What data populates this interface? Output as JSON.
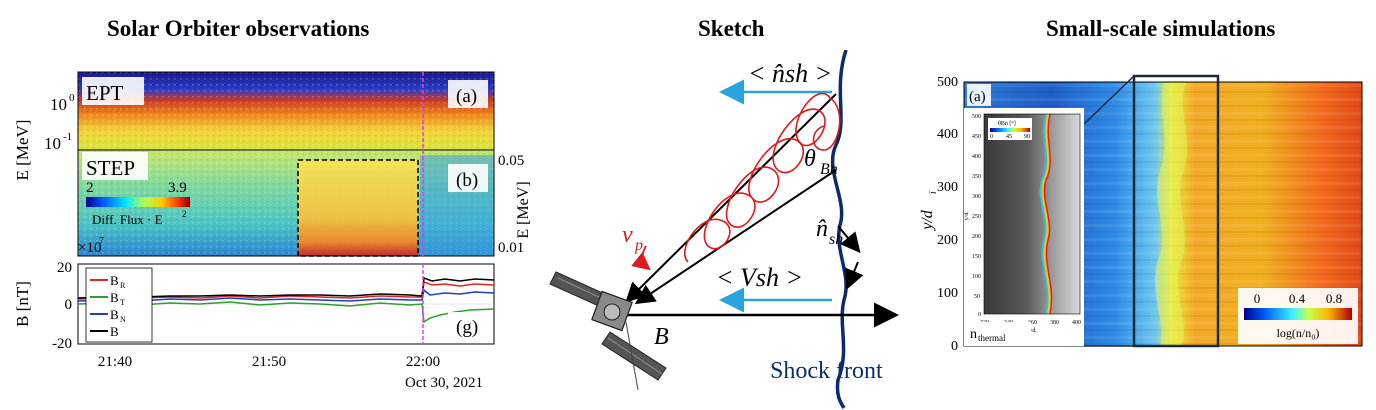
{
  "titles": {
    "left": "Solar Orbiter observations",
    "middle": "Sketch",
    "right": "Small-scale simulations"
  },
  "left_panel": {
    "ept": {
      "label": "EPT",
      "panel_tag": "(a)",
      "ylabel": "E [MeV]",
      "yticks": [
        "10",
        "10"
      ],
      "ytick_exponents": [
        "0",
        "-1"
      ]
    },
    "step": {
      "label": "STEP",
      "panel_tag": "(b)",
      "right_ylabel": "E [MeV]",
      "right_yticks": [
        "0.05",
        "0.01"
      ],
      "colorbar_min": "2",
      "colorbar_max": "3.9",
      "colorbar_label": "Diff. Flux · E",
      "colorbar_label_sup": "2",
      "scale_text": "×10",
      "scale_sup": "7"
    },
    "mag": {
      "panel_tag": "(g)",
      "ylabel": "B [nT]",
      "yticks": [
        "20",
        "0",
        "-20"
      ],
      "legend": [
        {
          "name": "B",
          "sub": "R",
          "color": "#d62728"
        },
        {
          "name": "B",
          "sub": "T",
          "color": "#2ca02c"
        },
        {
          "name": "B",
          "sub": "N",
          "color": "#1f3fbf"
        },
        {
          "name": "B",
          "sub": "",
          "color": "#000000"
        }
      ]
    },
    "xticks": [
      "21:40",
      "21:50",
      "22:00"
    ],
    "date": "Oct 30, 2021",
    "shock_line_color": "#e040e0"
  },
  "sketch": {
    "n_sh_top": "< n̂sh >",
    "theta_label": "θ",
    "theta_sub": "Bn",
    "n_sh_mid": "n̂",
    "n_sh_mid_sub": "sh",
    "v_sh": "< Vsh >",
    "v_p": "v",
    "v_p_sub": "p",
    "B": "B",
    "shock_front": "Shock front",
    "shock_color": "#0d2a6b",
    "arrow_color": "#29a3dc",
    "helix_color": "#e0191f"
  },
  "sim": {
    "panel_tag": "(a)",
    "ylabel": "y/d",
    "ylabel_sub": "i",
    "yticks": [
      "500",
      "400",
      "300",
      "200",
      "100",
      "0"
    ],
    "label": "n",
    "label_sub": "thermal",
    "colorbar_ticks": [
      "0",
      "0.4",
      "0.8"
    ],
    "colorbar_label": "log(n/n₀)",
    "inset": {
      "colorbar_label": "θBn [°]",
      "colorbar_ticks": [
        "0",
        "45",
        "90"
      ],
      "yticks": [
        "500",
        "450",
        "400",
        "350",
        "300",
        "250",
        "200",
        "150",
        "100",
        "50",
        "0"
      ],
      "xticks": [
        "320",
        "340",
        "360",
        "380",
        "400"
      ],
      "xlabel": "x/dᵢ",
      "ylabel": "y/dᵢ"
    }
  }
}
